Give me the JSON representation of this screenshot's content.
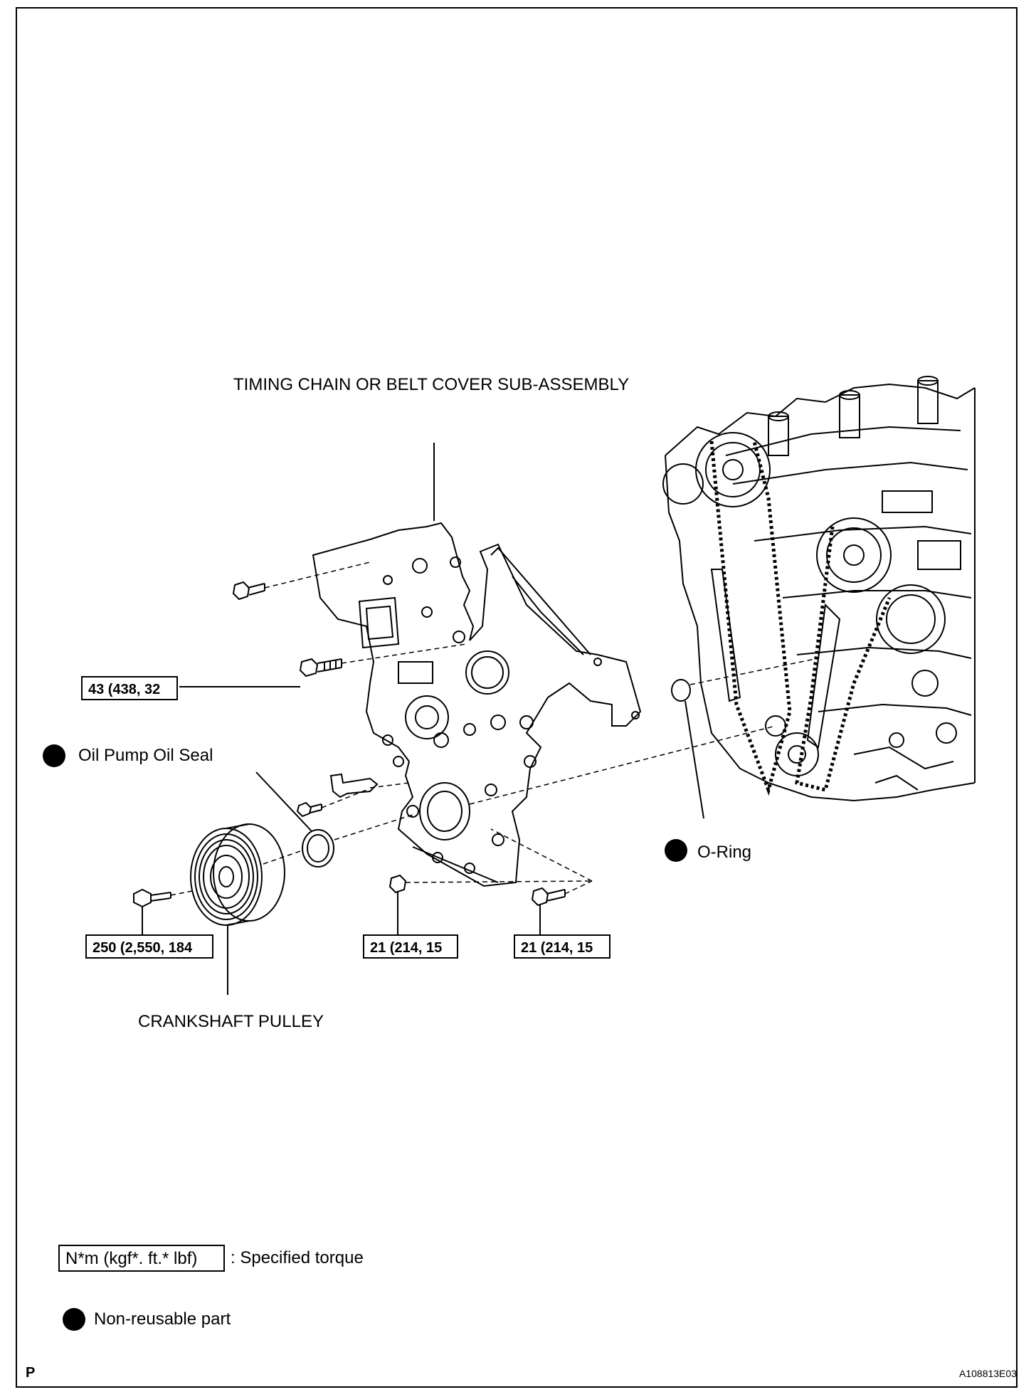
{
  "labels": {
    "timing_cover": "TIMING CHAIN OR BELT COVER SUB-ASSEMBLY",
    "oil_pump_seal": "Oil Pump Oil Seal",
    "o_ring": "O-Ring",
    "crankshaft_pulley": "CRANKSHAFT PULLEY"
  },
  "torques": {
    "cover_bolt": "43 (438, 32",
    "pulley_bolt": "250 (2,550, 184",
    "lower_nut": "21 (214, 15",
    "lower_bolt": "21 (214, 15"
  },
  "legend": {
    "torque_unit": "N*m (kgf*. ft.* lbf)",
    "torque_desc": ": Specified torque",
    "nonreusable": "Non-reusable part"
  },
  "footer": {
    "left_mark": "P",
    "figure_id": "A108813E03"
  },
  "icons": [
    "non-reusable-dot-icon"
  ]
}
